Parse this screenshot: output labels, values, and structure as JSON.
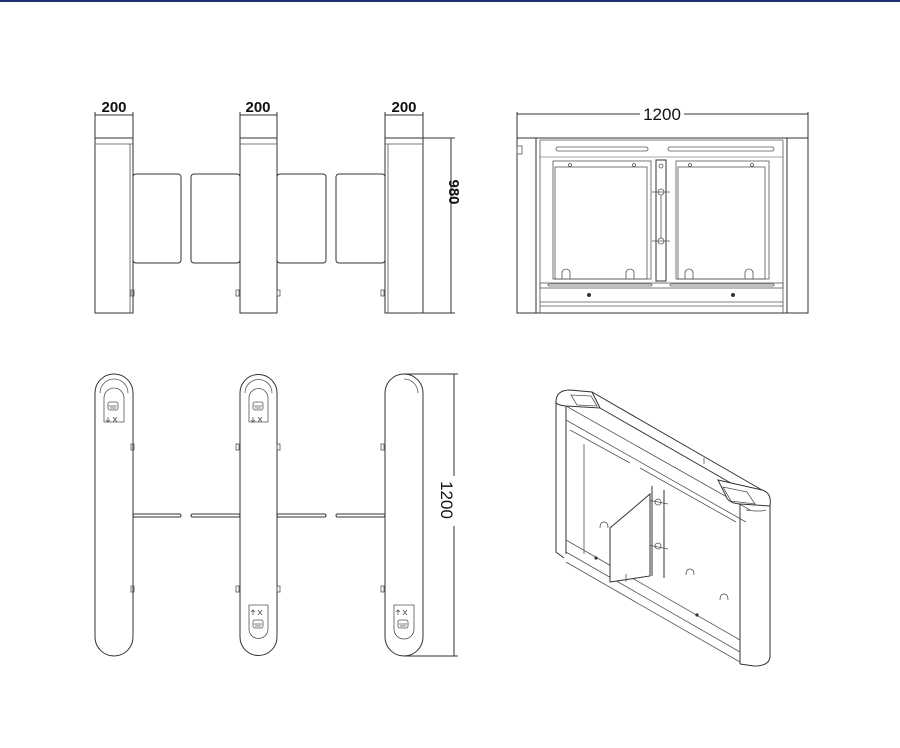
{
  "dimensions": {
    "front_widths": [
      "200",
      "200",
      "200"
    ],
    "front_height": "980",
    "side_width": "1200",
    "top_length": "1200"
  },
  "icons": {
    "reader_icon": "card-reader-icon",
    "arrows_icon": "arrow-cross-icon"
  },
  "colors": {
    "line": "#333333",
    "header_rule": "#1f2e6e"
  }
}
